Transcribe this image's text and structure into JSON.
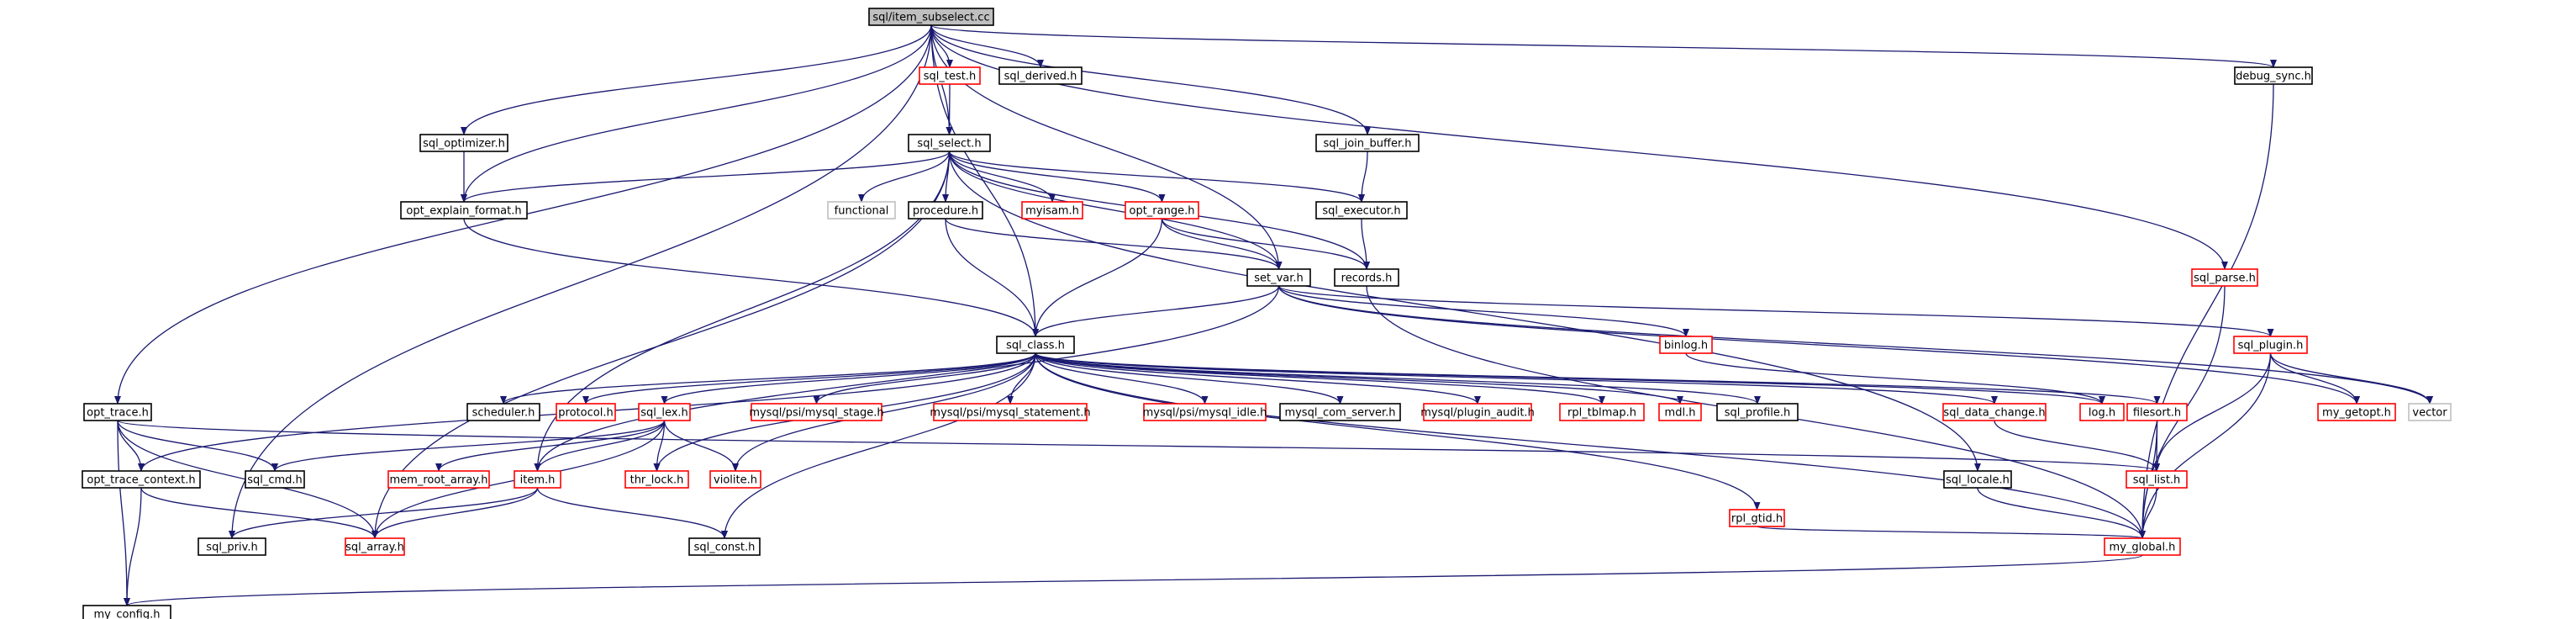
{
  "colors": {
    "edge": "#191970",
    "border_documented": "#000000",
    "border_undocumented": "#ff0000",
    "border_external": "#bfbfbf",
    "root_fill": "#bfbfbf",
    "node_fill": "#ffffff"
  },
  "nodes": [
    {
      "id": "root",
      "label": "sql/item_subselect.cc",
      "kind": "root"
    },
    {
      "id": "sql_test",
      "label": "sql_test.h",
      "kind": "red"
    },
    {
      "id": "sql_derived",
      "label": "sql_derived.h",
      "kind": "black"
    },
    {
      "id": "debug_sync",
      "label": "debug_sync.h",
      "kind": "black"
    },
    {
      "id": "sql_optimizer",
      "label": "sql_optimizer.h",
      "kind": "black"
    },
    {
      "id": "sql_select",
      "label": "sql_select.h",
      "kind": "black"
    },
    {
      "id": "sql_join_buffer",
      "label": "sql_join_buffer.h",
      "kind": "black"
    },
    {
      "id": "opt_explain_format",
      "label": "opt_explain_format.h",
      "kind": "black"
    },
    {
      "id": "functional",
      "label": "functional",
      "kind": "gray"
    },
    {
      "id": "procedure",
      "label": "procedure.h",
      "kind": "black"
    },
    {
      "id": "myisam",
      "label": "myisam.h",
      "kind": "red"
    },
    {
      "id": "opt_range",
      "label": "opt_range.h",
      "kind": "red"
    },
    {
      "id": "sql_executor",
      "label": "sql_executor.h",
      "kind": "black"
    },
    {
      "id": "set_var",
      "label": "set_var.h",
      "kind": "black"
    },
    {
      "id": "records",
      "label": "records.h",
      "kind": "black"
    },
    {
      "id": "sql_parse",
      "label": "sql_parse.h",
      "kind": "red"
    },
    {
      "id": "sql_class",
      "label": "sql_class.h",
      "kind": "black"
    },
    {
      "id": "binlog",
      "label": "binlog.h",
      "kind": "red"
    },
    {
      "id": "sql_plugin",
      "label": "sql_plugin.h",
      "kind": "red"
    },
    {
      "id": "opt_trace",
      "label": "opt_trace.h",
      "kind": "black"
    },
    {
      "id": "scheduler",
      "label": "scheduler.h",
      "kind": "black"
    },
    {
      "id": "protocol",
      "label": "protocol.h",
      "kind": "red"
    },
    {
      "id": "sql_lex",
      "label": "sql_lex.h",
      "kind": "red"
    },
    {
      "id": "mysql_stage",
      "label": "mysql/psi/mysql_stage.h",
      "kind": "red"
    },
    {
      "id": "mysql_statement",
      "label": "mysql/psi/mysql_statement.h",
      "kind": "red"
    },
    {
      "id": "mysql_idle",
      "label": "mysql/psi/mysql_idle.h",
      "kind": "red"
    },
    {
      "id": "mysql_com_server",
      "label": "mysql_com_server.h",
      "kind": "black"
    },
    {
      "id": "plugin_audit",
      "label": "mysql/plugin_audit.h",
      "kind": "red"
    },
    {
      "id": "rpl_tblmap",
      "label": "rpl_tblmap.h",
      "kind": "red"
    },
    {
      "id": "mdl",
      "label": "mdl.h",
      "kind": "red"
    },
    {
      "id": "sql_profile",
      "label": "sql_profile.h",
      "kind": "black"
    },
    {
      "id": "sql_data_change",
      "label": "sql_data_change.h",
      "kind": "red"
    },
    {
      "id": "log",
      "label": "log.h",
      "kind": "red"
    },
    {
      "id": "filesort",
      "label": "filesort.h",
      "kind": "red"
    },
    {
      "id": "my_getopt",
      "label": "my_getopt.h",
      "kind": "red"
    },
    {
      "id": "vector",
      "label": "vector",
      "kind": "gray"
    },
    {
      "id": "opt_trace_context",
      "label": "opt_trace_context.h",
      "kind": "black"
    },
    {
      "id": "sql_cmd",
      "label": "sql_cmd.h",
      "kind": "black"
    },
    {
      "id": "mem_root_array",
      "label": "mem_root_array.h",
      "kind": "red"
    },
    {
      "id": "item",
      "label": "item.h",
      "kind": "red"
    },
    {
      "id": "thr_lock",
      "label": "thr_lock.h",
      "kind": "red"
    },
    {
      "id": "violite",
      "label": "violite.h",
      "kind": "red"
    },
    {
      "id": "rpl_gtid",
      "label": "rpl_gtid.h",
      "kind": "red"
    },
    {
      "id": "sql_locale",
      "label": "sql_locale.h",
      "kind": "black"
    },
    {
      "id": "sql_list",
      "label": "sql_list.h",
      "kind": "red"
    },
    {
      "id": "sql_priv",
      "label": "sql_priv.h",
      "kind": "black"
    },
    {
      "id": "sql_array",
      "label": "sql_array.h",
      "kind": "red"
    },
    {
      "id": "sql_const",
      "label": "sql_const.h",
      "kind": "black"
    },
    {
      "id": "my_global",
      "label": "my_global.h",
      "kind": "red"
    },
    {
      "id": "my_config",
      "label": "my_config.h",
      "kind": "black"
    }
  ],
  "edges": [
    [
      "root",
      "sql_test"
    ],
    [
      "root",
      "sql_derived"
    ],
    [
      "root",
      "debug_sync"
    ],
    [
      "root",
      "sql_optimizer"
    ],
    [
      "root",
      "sql_select"
    ],
    [
      "root",
      "sql_join_buffer"
    ],
    [
      "root",
      "opt_explain_format"
    ],
    [
      "root",
      "set_var"
    ],
    [
      "root",
      "sql_parse"
    ],
    [
      "root",
      "sql_class"
    ],
    [
      "root",
      "opt_trace"
    ],
    [
      "root",
      "sql_priv"
    ],
    [
      "sql_test",
      "sql_select"
    ],
    [
      "debug_sync",
      "my_global"
    ],
    [
      "sql_optimizer",
      "opt_explain_format"
    ],
    [
      "sql_select",
      "opt_explain_format"
    ],
    [
      "sql_select",
      "functional"
    ],
    [
      "sql_select",
      "procedure"
    ],
    [
      "sql_select",
      "myisam"
    ],
    [
      "sql_select",
      "opt_range"
    ],
    [
      "sql_select",
      "sql_executor"
    ],
    [
      "sql_select",
      "records"
    ],
    [
      "sql_select",
      "set_var"
    ],
    [
      "sql_select",
      "item"
    ],
    [
      "sql_select",
      "sql_array"
    ],
    [
      "sql_select",
      "sql_locale"
    ],
    [
      "sql_join_buffer",
      "sql_executor"
    ],
    [
      "opt_explain_format",
      "sql_class"
    ],
    [
      "procedure",
      "sql_class"
    ],
    [
      "procedure",
      "set_var"
    ],
    [
      "opt_range",
      "set_var"
    ],
    [
      "opt_range",
      "sql_class"
    ],
    [
      "opt_range",
      "records"
    ],
    [
      "sql_executor",
      "records"
    ],
    [
      "set_var",
      "sql_class"
    ],
    [
      "set_var",
      "binlog"
    ],
    [
      "set_var",
      "sql_plugin"
    ],
    [
      "set_var",
      "my_getopt"
    ],
    [
      "set_var",
      "vector"
    ],
    [
      "set_var",
      "item"
    ],
    [
      "records",
      "my_global"
    ],
    [
      "sql_parse",
      "my_global"
    ],
    [
      "sql_class",
      "scheduler"
    ],
    [
      "sql_class",
      "protocol"
    ],
    [
      "sql_class",
      "sql_lex"
    ],
    [
      "sql_class",
      "mysql_stage"
    ],
    [
      "sql_class",
      "mysql_statement"
    ],
    [
      "sql_class",
      "mysql_idle"
    ],
    [
      "sql_class",
      "mysql_com_server"
    ],
    [
      "sql_class",
      "plugin_audit"
    ],
    [
      "sql_class",
      "rpl_tblmap"
    ],
    [
      "sql_class",
      "mdl"
    ],
    [
      "sql_class",
      "sql_profile"
    ],
    [
      "sql_class",
      "sql_data_change"
    ],
    [
      "sql_class",
      "log"
    ],
    [
      "sql_class",
      "filesort"
    ],
    [
      "sql_class",
      "opt_trace_context"
    ],
    [
      "sql_class",
      "thr_lock"
    ],
    [
      "sql_class",
      "violite"
    ],
    [
      "sql_class",
      "sql_const"
    ],
    [
      "sql_class",
      "rpl_gtid"
    ],
    [
      "sql_class",
      "my_global"
    ],
    [
      "binlog",
      "log"
    ],
    [
      "sql_plugin",
      "my_getopt"
    ],
    [
      "sql_plugin",
      "vector"
    ],
    [
      "sql_plugin",
      "sql_list"
    ],
    [
      "sql_plugin",
      "my_global"
    ],
    [
      "opt_trace",
      "opt_trace_context"
    ],
    [
      "opt_trace",
      "sql_cmd"
    ],
    [
      "opt_trace",
      "sql_array"
    ],
    [
      "opt_trace",
      "my_config"
    ],
    [
      "opt_trace",
      "sql_list"
    ],
    [
      "sql_lex",
      "sql_cmd"
    ],
    [
      "sql_lex",
      "mem_root_array"
    ],
    [
      "sql_lex",
      "item"
    ],
    [
      "sql_lex",
      "thr_lock"
    ],
    [
      "sql_lex",
      "violite"
    ],
    [
      "sql_lex",
      "sql_array"
    ],
    [
      "sql_data_change",
      "sql_list"
    ],
    [
      "filesort",
      "sql_list"
    ],
    [
      "filesort",
      "my_global"
    ],
    [
      "opt_trace_context",
      "my_config"
    ],
    [
      "opt_trace_context",
      "sql_array"
    ],
    [
      "item",
      "sql_priv"
    ],
    [
      "item",
      "sql_array"
    ],
    [
      "item",
      "sql_const"
    ],
    [
      "rpl_gtid",
      "my_global"
    ],
    [
      "sql_locale",
      "my_global"
    ],
    [
      "sql_list",
      "my_global"
    ],
    [
      "my_global",
      "my_config"
    ]
  ]
}
